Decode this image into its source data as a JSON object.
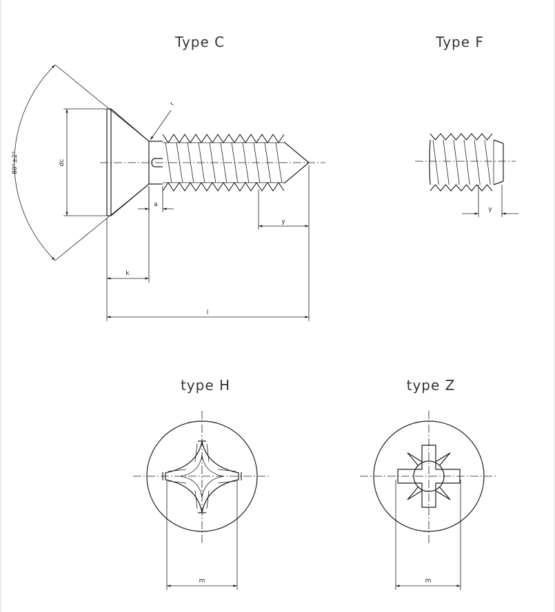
{
  "titles": {
    "type_c": "Type C",
    "type_f": "Type F",
    "type_h": "type H",
    "type_z": "type Z"
  },
  "dimensions": {
    "angle": "80°±2°",
    "dc": "dc",
    "r": "r",
    "a": "a",
    "k": "k",
    "l": "l",
    "y_c": "y",
    "y_f": "y",
    "m_h": "m",
    "m_z": "m"
  },
  "colors": {
    "line": "#1a1a1a",
    "background": "#ffffff",
    "frame": "#d8d8d8"
  }
}
